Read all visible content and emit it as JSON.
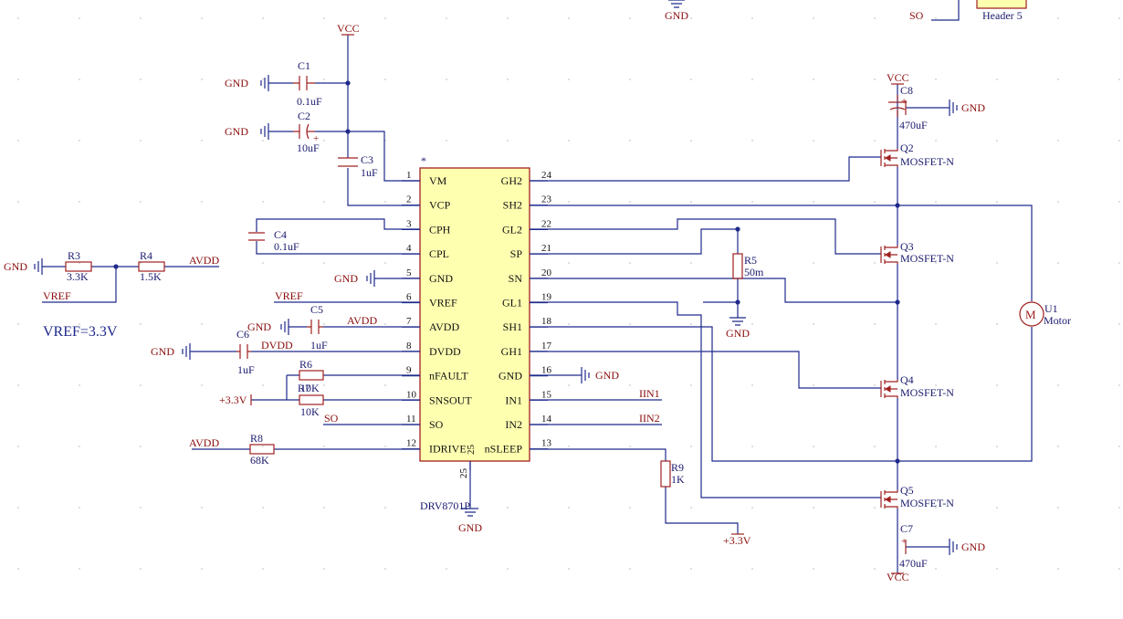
{
  "chip": {
    "designator": "DRV8701P",
    "star": "*",
    "exposed_pad_number": "25",
    "exposed_pad_name": "25",
    "left_pins": [
      {
        "num": "1",
        "name": "VM"
      },
      {
        "num": "2",
        "name": "VCP"
      },
      {
        "num": "3",
        "name": "CPH"
      },
      {
        "num": "4",
        "name": "CPL"
      },
      {
        "num": "5",
        "name": "GND"
      },
      {
        "num": "6",
        "name": "VREF"
      },
      {
        "num": "7",
        "name": "AVDD"
      },
      {
        "num": "8",
        "name": "DVDD"
      },
      {
        "num": "9",
        "name": "nFAULT"
      },
      {
        "num": "10",
        "name": "SNSOUT"
      },
      {
        "num": "11",
        "name": "SO"
      },
      {
        "num": "12",
        "name": "IDRIVE"
      }
    ],
    "right_pins": [
      {
        "num": "24",
        "name": "GH2"
      },
      {
        "num": "23",
        "name": "SH2"
      },
      {
        "num": "22",
        "name": "GL2"
      },
      {
        "num": "21",
        "name": "SP"
      },
      {
        "num": "20",
        "name": "SN"
      },
      {
        "num": "19",
        "name": "GL1"
      },
      {
        "num": "18",
        "name": "SH1"
      },
      {
        "num": "17",
        "name": "GH1"
      },
      {
        "num": "16",
        "name": "GND"
      },
      {
        "num": "15",
        "name": "IN1"
      },
      {
        "num": "14",
        "name": "IN2"
      },
      {
        "num": "13",
        "name": "nSLEEP"
      }
    ]
  },
  "components": {
    "C1": {
      "ref": "C1",
      "value": "0.1uF"
    },
    "C2": {
      "ref": "C2",
      "value": "10uF"
    },
    "C3": {
      "ref": "C3",
      "value": "1uF"
    },
    "C4": {
      "ref": "C4",
      "value": "0.1uF"
    },
    "C5": {
      "ref": "C5",
      "value": "1uF"
    },
    "C6": {
      "ref": "C6",
      "value": "1uF"
    },
    "C7": {
      "ref": "C7",
      "value": "470uF"
    },
    "C8": {
      "ref": "C8",
      "value": "470uF"
    },
    "R3": {
      "ref": "R3",
      "value": "3.3K"
    },
    "R4": {
      "ref": "R4",
      "value": "1.5K"
    },
    "R5": {
      "ref": "R5",
      "value": "50m"
    },
    "R6": {
      "ref": "R6",
      "value": "10K"
    },
    "R7": {
      "ref": "R7",
      "value": "10K"
    },
    "R8": {
      "ref": "R8",
      "value": "68K"
    },
    "R9": {
      "ref": "R9",
      "value": "1K"
    },
    "Q2": {
      "ref": "Q2",
      "value": "MOSFET-N"
    },
    "Q3": {
      "ref": "Q3",
      "value": "MOSFET-N"
    },
    "Q4": {
      "ref": "Q4",
      "value": "MOSFET-N"
    },
    "Q5": {
      "ref": "Q5",
      "value": "MOSFET-N"
    },
    "U1": {
      "ref": "U1",
      "value": "Motor",
      "symbol": "M"
    }
  },
  "nets": {
    "vcc": "VCC",
    "gnd": "GND",
    "vref": "VREF",
    "avdd": "AVDD",
    "dvdd": "DVDD",
    "p3v3": "+3.3V",
    "so": "SO",
    "iin1": "IIN1",
    "iin2": "IIN2"
  },
  "polarity_plus": "+",
  "header_label": "Header 5",
  "note": "VREF=3.3V"
}
